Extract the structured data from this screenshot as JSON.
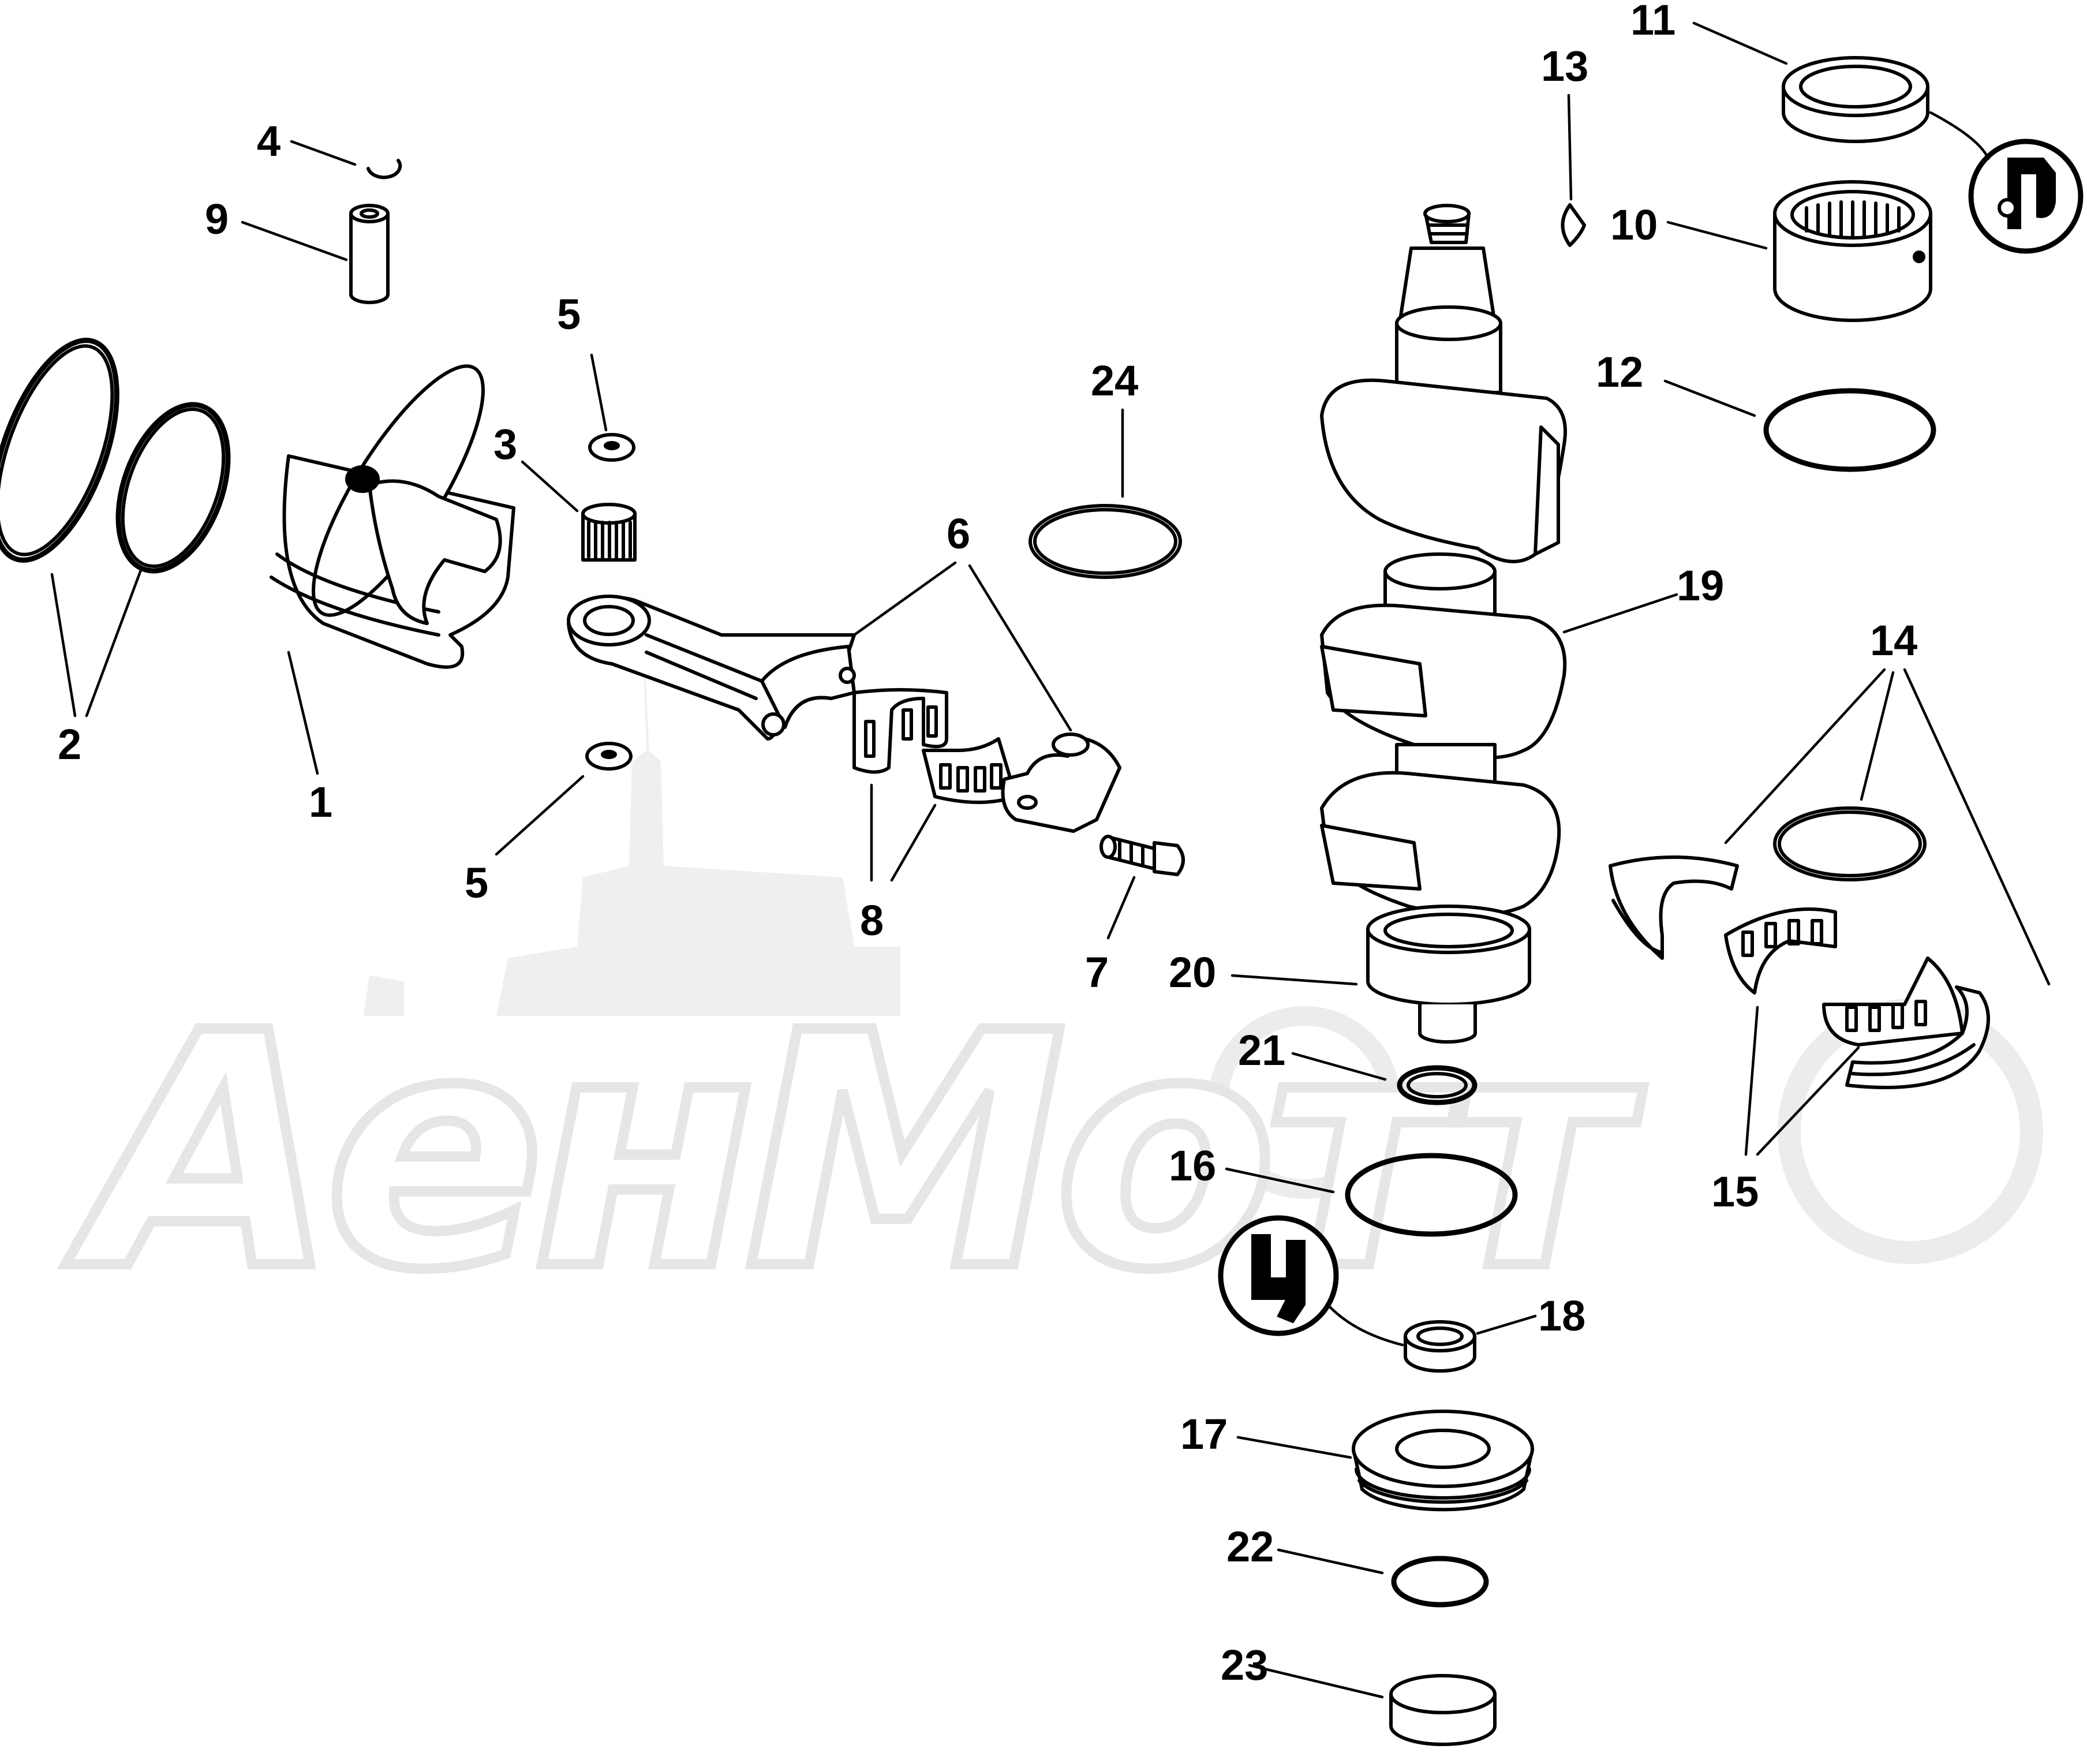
{
  "watermark": {
    "text": "AeнMoтт",
    "color": "#e6e6e6"
  },
  "callouts": [
    {
      "id": "1",
      "label": "1"
    },
    {
      "id": "2",
      "label": "2"
    },
    {
      "id": "3",
      "label": "3"
    },
    {
      "id": "4",
      "label": "4"
    },
    {
      "id": "5a",
      "label": "5"
    },
    {
      "id": "5b",
      "label": "5"
    },
    {
      "id": "6",
      "label": "6"
    },
    {
      "id": "7",
      "label": "7"
    },
    {
      "id": "8",
      "label": "8"
    },
    {
      "id": "9",
      "label": "9"
    },
    {
      "id": "10",
      "label": "10"
    },
    {
      "id": "11",
      "label": "11"
    },
    {
      "id": "12",
      "label": "12"
    },
    {
      "id": "13",
      "label": "13"
    },
    {
      "id": "14",
      "label": "14"
    },
    {
      "id": "15",
      "label": "15"
    },
    {
      "id": "16",
      "label": "16"
    },
    {
      "id": "17",
      "label": "17"
    },
    {
      "id": "18",
      "label": "18"
    },
    {
      "id": "19",
      "label": "19"
    },
    {
      "id": "20",
      "label": "20"
    },
    {
      "id": "21",
      "label": "21"
    },
    {
      "id": "22",
      "label": "22"
    },
    {
      "id": "23",
      "label": "23"
    },
    {
      "id": "24",
      "label": "24"
    }
  ],
  "icons": [
    {
      "name": "lubricant-symbol-icon"
    },
    {
      "name": "sealant-symbol-icon"
    }
  ]
}
